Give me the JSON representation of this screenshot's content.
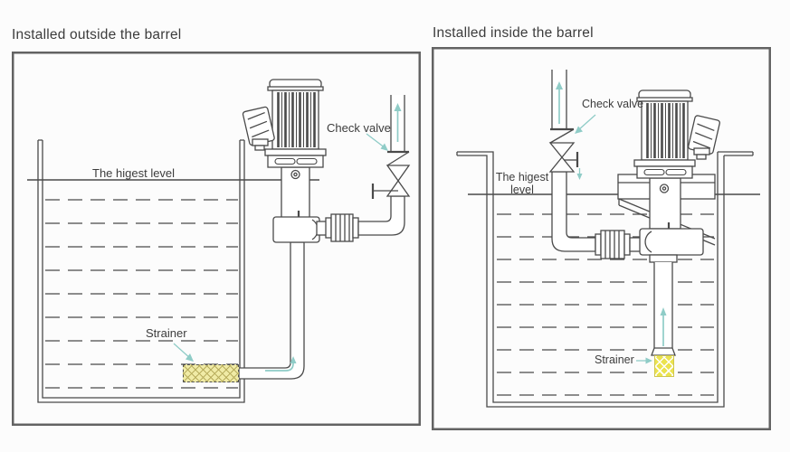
{
  "figure": {
    "background": "#fcfcfc",
    "panels": [
      {
        "id": "outside",
        "title": "Installed outside the barrel",
        "labels": {
          "highest_level": "The higest level",
          "check_valve": "Check valve",
          "strainer": "Strainer"
        }
      },
      {
        "id": "inside",
        "title": "Installed inside the barrel",
        "labels": {
          "highest_level": "The higest\nlevel",
          "check_valve": "Check valve",
          "strainer": "Strainer"
        }
      }
    ]
  },
  "colors": {
    "line": "#4a4a4a",
    "label_text": "#3c3c3c",
    "panel_border": "#636363",
    "flow_arrow": "#8fccc7",
    "strainer_fill_left": "#f0eba6",
    "strainer_hatch": "#b9ae5e",
    "strainer_fill_right": "#ebe34f",
    "strainer_border_right": "#cfc64d"
  }
}
